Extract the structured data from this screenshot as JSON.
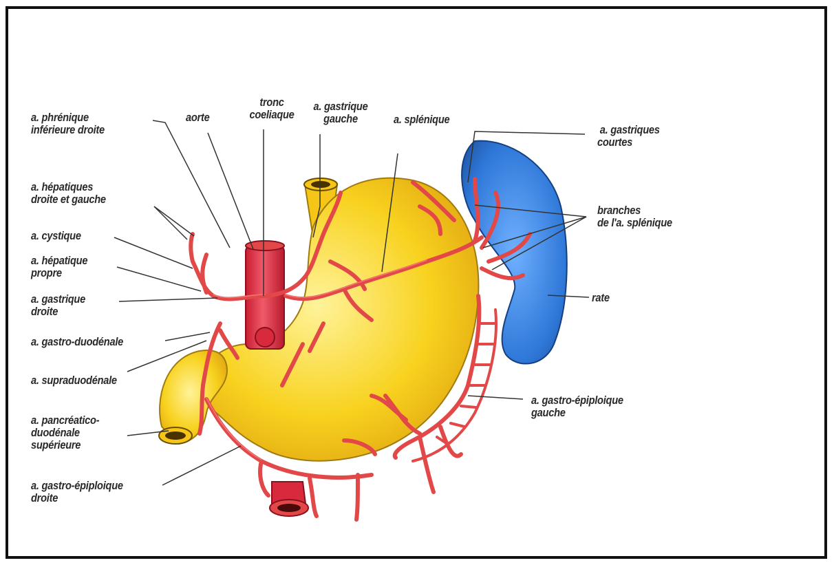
{
  "labels": {
    "phrenique": "a. phrénique\ninférieure droite",
    "aorte": "aorte",
    "tronc": "tronc\ncoeliaque",
    "gastrique_gauche": "a. gastrique\ngauche",
    "splenique": "a. splénique",
    "gastriques_courtes": " a. gastriques\ncourtes",
    "hepatiques": "a. hépatiques\ndroite et gauche",
    "branches": "branches\nde l'a. splénique",
    "cystique": "a. cystique",
    "hepatique_propre": "a. hépatique\npropre",
    "rate": "rate",
    "gastrique_droite": "a. gastrique\ndroite",
    "gastro_duodenale": "a. gastro-duodénale",
    "supraduodenale": "a. supraduodénale",
    "gastro_epiploique_gauche": "a. gastro-épiploique\ngauche",
    "pancreatico": "a. pancréatico-\nduodénale\nsupérieure",
    "gastro_epiploique_droite": "a. gastro-épiploique\ndroite"
  },
  "colors": {
    "stomach": "#f5c518",
    "spleen": "#3a7fd5",
    "artery": "#e24848",
    "artery_outline": "#a82020",
    "leader": "#333333",
    "frame": "#111111"
  }
}
